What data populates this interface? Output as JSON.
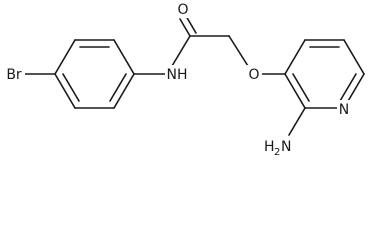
{
  "molecule": {
    "atoms": {
      "bromine": "Br",
      "oxygen_carbonyl": "O",
      "amide_nh": "NH",
      "ether_oxygen": "O",
      "pyridine_nitrogen": "N",
      "amino_h": "H",
      "amino_h_count": "2",
      "amino_n": "N"
    }
  },
  "colors": {
    "bond": "#1a1a1a",
    "background": "#ffffff"
  }
}
